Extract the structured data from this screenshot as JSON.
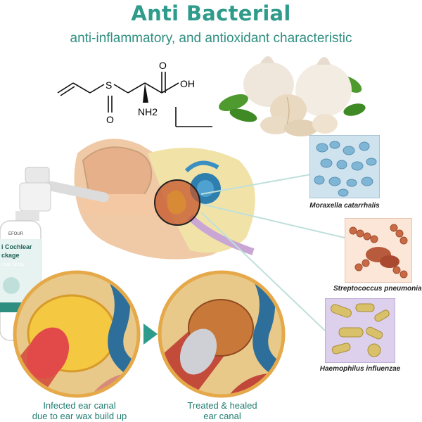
{
  "header": {
    "title": "Anti Bacterial",
    "subtitle": "anti-inflammatory, and antioxidant characteristic"
  },
  "molecule": {
    "atom_s": "S",
    "atom_o_bottom": "O",
    "atom_o_top": "O",
    "atom_oh": "OH",
    "atom_nh2": "NH2"
  },
  "bacteria": [
    {
      "label": "Moraxella catarrhalis"
    },
    {
      "label": "Streptococcus pneumoniae"
    },
    {
      "label": "Haemophilus influenzae"
    }
  ],
  "product": {
    "brand": "EFOUR",
    "name_line1": "i Cochlear",
    "name_line2": "ckage",
    "name_line3": "oval Spray"
  },
  "captions": {
    "infected_line1": "Infected ear canal",
    "infected_line2": "due to ear wax build up",
    "treated_line1": "Treated & healed",
    "treated_line2": "ear canal"
  },
  "colors": {
    "title": "#2e9b8b",
    "caption": "#1e7c70",
    "connector": "#bfe0da"
  }
}
